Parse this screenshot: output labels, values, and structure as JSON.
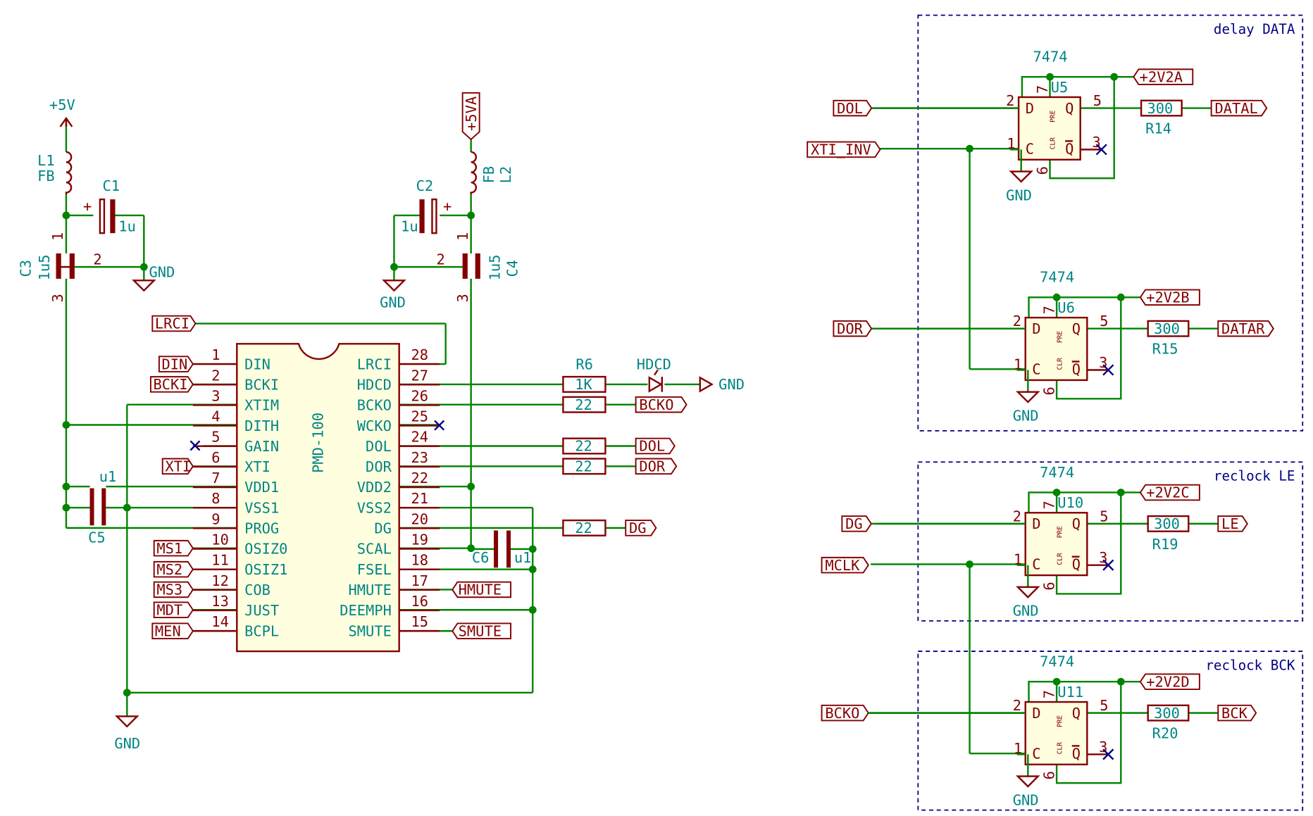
{
  "power": {
    "p5v": "+5V",
    "p5va": "+5VA",
    "gnd": "GND"
  },
  "passives": {
    "L1": {
      "ref": "L1",
      "value": "FB"
    },
    "L2": {
      "ref": "L2",
      "value": "FB"
    },
    "C1": {
      "ref": "C1",
      "value": "1u"
    },
    "C2": {
      "ref": "C2",
      "value": "1u"
    },
    "C3": {
      "ref": "C3",
      "value": "1u5"
    },
    "C4": {
      "ref": "C4",
      "value": "1u5"
    },
    "C5": {
      "ref": "C5",
      "value": "u1"
    },
    "C6": {
      "ref": "C6",
      "value": "u1"
    },
    "R6": {
      "ref": "R6",
      "value": "1K"
    },
    "plus": "+",
    "pin1": "1",
    "pin2": "2",
    "pin3": "3",
    "r22": "22"
  },
  "led": {
    "label": "HDCD"
  },
  "ic_pmd": {
    "name": "PMD-100",
    "left_pins": [
      {
        "num": "1",
        "name": "DIN"
      },
      {
        "num": "2",
        "name": "BCKI"
      },
      {
        "num": "3",
        "name": "XTIM"
      },
      {
        "num": "4",
        "name": "DITH"
      },
      {
        "num": "5",
        "name": "GAIN"
      },
      {
        "num": "6",
        "name": "XTI"
      },
      {
        "num": "7",
        "name": "VDD1"
      },
      {
        "num": "8",
        "name": "VSS1"
      },
      {
        "num": "9",
        "name": "PROG"
      },
      {
        "num": "10",
        "name": "OSIZ0"
      },
      {
        "num": "11",
        "name": "OSIZ1"
      },
      {
        "num": "12",
        "name": "COB"
      },
      {
        "num": "13",
        "name": "JUST"
      },
      {
        "num": "14",
        "name": "BCPL"
      }
    ],
    "right_pins": [
      {
        "num": "28",
        "name": "LRCI"
      },
      {
        "num": "27",
        "name": "HDCD"
      },
      {
        "num": "26",
        "name": "BCKO"
      },
      {
        "num": "25",
        "name": "WCKO"
      },
      {
        "num": "24",
        "name": "DOL"
      },
      {
        "num": "23",
        "name": "DOR"
      },
      {
        "num": "22",
        "name": "VDD2"
      },
      {
        "num": "21",
        "name": "VSS2"
      },
      {
        "num": "20",
        "name": "DG"
      },
      {
        "num": "19",
        "name": "SCAL"
      },
      {
        "num": "18",
        "name": "FSEL"
      },
      {
        "num": "17",
        "name": "HMUTE"
      },
      {
        "num": "16",
        "name": "DEEMPH"
      },
      {
        "num": "15",
        "name": "SMUTE"
      }
    ]
  },
  "labels": {
    "lrci": "LRCI",
    "din": "DIN",
    "bcki": "BCKI",
    "xti": "XTI",
    "ms1": "MS1",
    "ms2": "MS2",
    "ms3": "MS3",
    "mdt": "MDT",
    "men": "MEN",
    "hmute": "HMUTE",
    "smute": "SMUTE",
    "bcko": "BCKO",
    "dol": "DOL",
    "dor": "DOR",
    "dg": "DG"
  },
  "flipflops": [
    {
      "title": "delay DATA",
      "ic": "7474",
      "ref": "U5",
      "power": "+2V2A",
      "in_label": "DOL",
      "clk_label": "XTI_INV",
      "res_value": "300",
      "res_ref": "R14",
      "out_label": "DATAL"
    },
    {
      "title": "",
      "ic": "7474",
      "ref": "U6",
      "power": "+2V2B",
      "in_label": "DOR",
      "clk_label": "",
      "res_value": "300",
      "res_ref": "R15",
      "out_label": "DATAR"
    },
    {
      "title": "reclock LE",
      "ic": "7474",
      "ref": "U10",
      "power": "+2V2C",
      "in_label": "DG",
      "clk_label": "MCLK",
      "res_value": "300",
      "res_ref": "R19",
      "out_label": "LE"
    },
    {
      "title": "reclock BCK",
      "ic": "7474",
      "ref": "U11",
      "power": "+2V2D",
      "in_label": "BCKO",
      "clk_label": "",
      "res_value": "300",
      "res_ref": "R20",
      "out_label": "BCK"
    }
  ],
  "ff_pins": {
    "d": "D",
    "c": "C",
    "q": "Q",
    "qn": "Q",
    "pre": "PRE",
    "clr": "CLR",
    "n1": "1",
    "n2": "2",
    "n3": "3",
    "n5": "5",
    "n6": "6",
    "n7": "7"
  },
  "colors": {
    "wire": "#008400",
    "part": "#840000",
    "text": "#008484",
    "box": "#000084",
    "nc": "#000084"
  }
}
